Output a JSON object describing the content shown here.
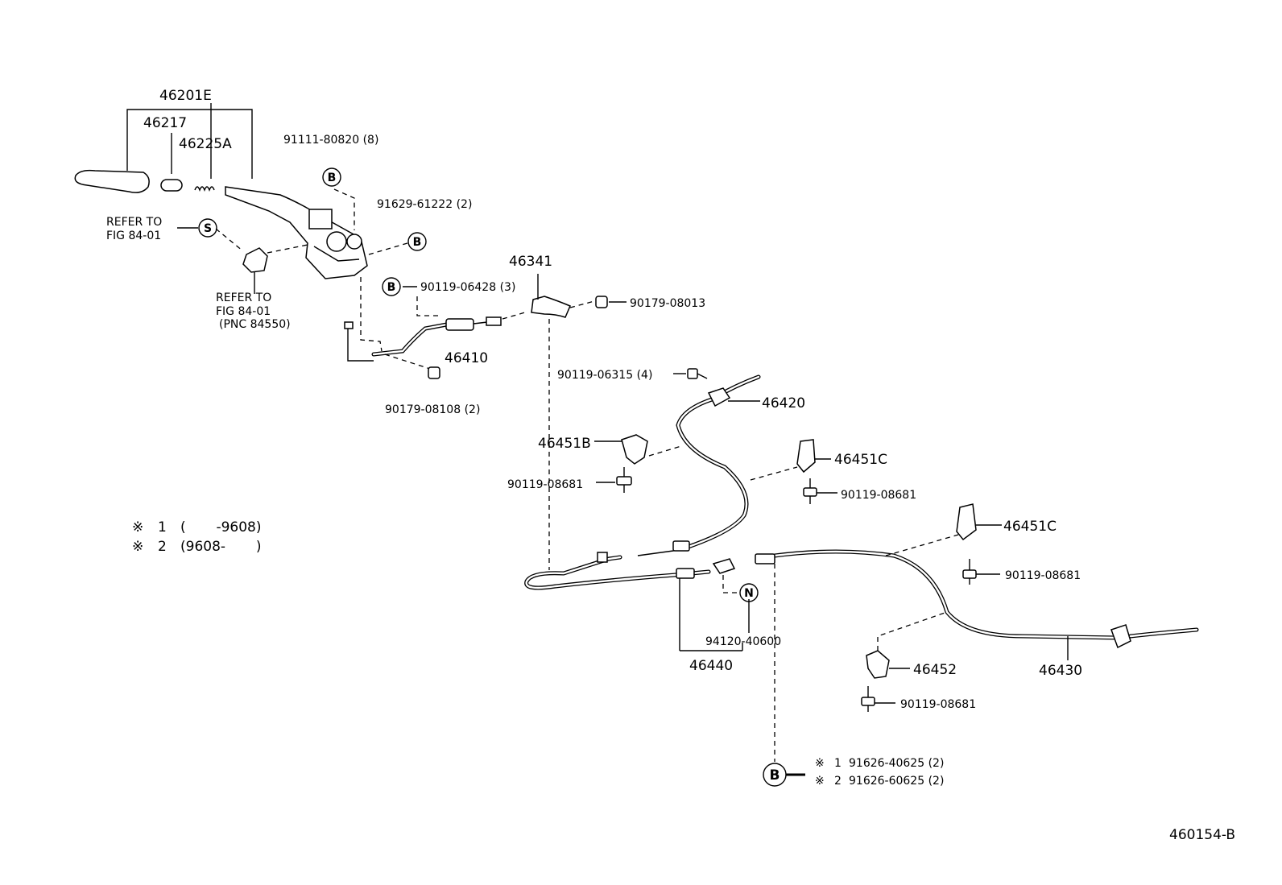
{
  "parts": {
    "p46201E": "46201E",
    "p46217": "46217",
    "p46225A": "46225A",
    "p91111": "91111-80820 (8)",
    "p91629": "91629-61222 (2)",
    "refer1a": "REFER TO",
    "refer1b": "FIG 84-01",
    "refer2a": "REFER TO",
    "refer2b": "FIG 84-01",
    "refer2c": "(PNC 84550)",
    "p46341": "46341",
    "p90119_06428": "90119-06428 (3)",
    "p90179_08013": "90179-08013",
    "p46410": "46410",
    "p90179_08108": "90179-08108 (2)",
    "p90119_06315": "90119-06315 (4)",
    "p46420": "46420",
    "p46451B": "46451B",
    "p90119_08681_a": "90119-08681",
    "p46451C_a": "46451C",
    "p90119_08681_b": "90119-08681",
    "p46451C_b": "46451C",
    "p90119_08681_c": "90119-08681",
    "p94120": "94120-40600",
    "p46440": "46440",
    "p46452": "46452",
    "p90119_08681_d": "90119-08681",
    "p46430": "46430",
    "p91626_1": "91626-40625 (2)",
    "p91626_2": "91626-60625 (2)"
  },
  "notes": {
    "mark": "※",
    "n1_num": "1",
    "n1_range": "(       -9608)",
    "n2_num": "2",
    "n2_range": "(9608-       )"
  },
  "bubbles": {
    "b1": "B",
    "b2": "B",
    "b3": "B",
    "b4": "B",
    "s": "S",
    "n": "N"
  },
  "legend_b": {
    "mark": "※",
    "n1": "1",
    "n2": "2"
  },
  "figure_id": "460154-B"
}
